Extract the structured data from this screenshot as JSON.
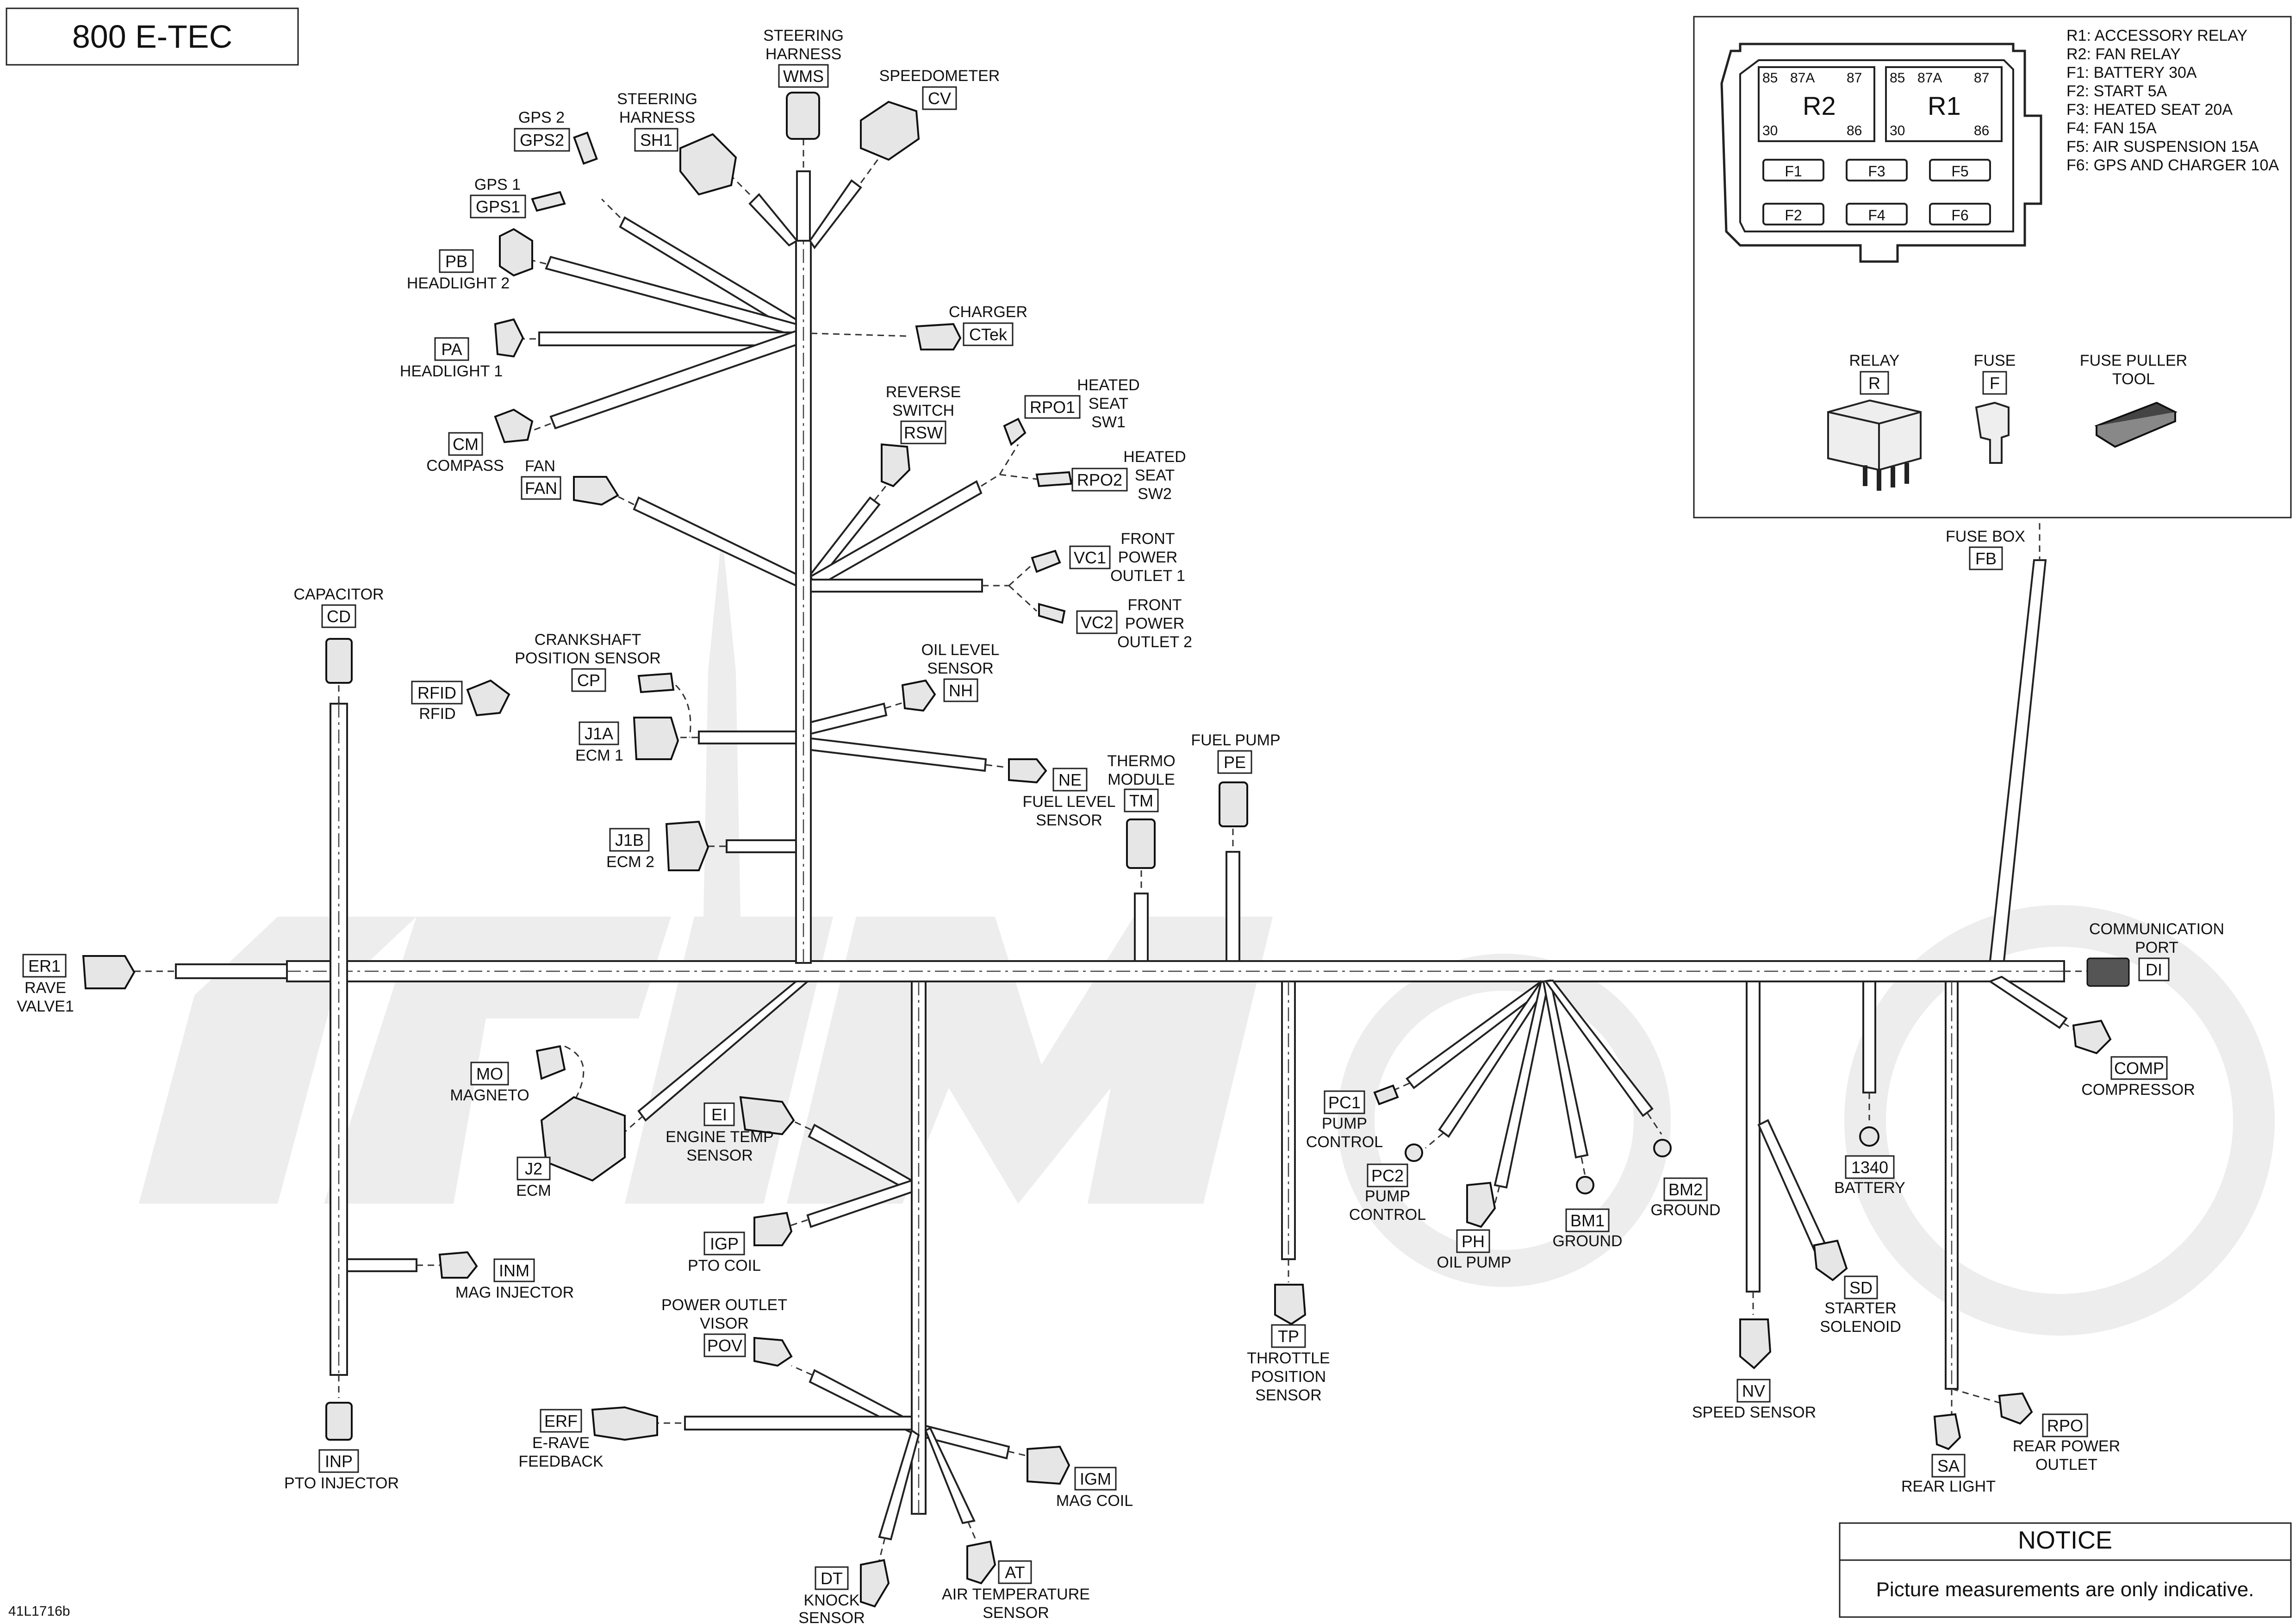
{
  "title": "800 E-TEC",
  "footer_code": "41L1716b",
  "notice": {
    "heading": "NOTICE",
    "text": "Picture measurements are only indicative."
  },
  "fuse_box": {
    "legend": [
      "R1: ACCESSORY RELAY",
      "R2: FAN RELAY",
      "F1: BATTERY 30A",
      "F2: START 5A",
      "F3: HEATED SEAT 20A",
      "F4: FAN 15A",
      "F5: AIR SUSPENSION 15A",
      "F6: GPS AND CHARGER 10A"
    ],
    "relay_r2": {
      "name": "R2",
      "pins": [
        "85",
        "87A",
        "87",
        "30",
        "86"
      ]
    },
    "relay_r1": {
      "name": "R1",
      "pins": [
        "85",
        "87A",
        "87",
        "30",
        "86"
      ]
    },
    "fuses": [
      "F1",
      "F3",
      "F5",
      "F2",
      "F4",
      "F6"
    ],
    "tools": [
      {
        "name": "RELAY",
        "code": "R"
      },
      {
        "name": "FUSE",
        "code": "F"
      },
      {
        "name": "FUSE PULLER TOOL",
        "code": ""
      }
    ]
  },
  "connectors": {
    "WMS": {
      "code": "WMS",
      "label": [
        "STEERING",
        "HARNESS"
      ]
    },
    "CV": {
      "code": "CV",
      "label": [
        "SPEEDOMETER"
      ]
    },
    "SH1": {
      "code": "SH1",
      "label": [
        "STEERING",
        "HARNESS"
      ]
    },
    "GPS2": {
      "code": "GPS2",
      "label": [
        "GPS 2"
      ]
    },
    "GPS1": {
      "code": "GPS1",
      "label": [
        "GPS 1"
      ]
    },
    "PB": {
      "code": "PB",
      "label": [
        "HEADLIGHT 2"
      ]
    },
    "PA": {
      "code": "PA",
      "label": [
        "HEADLIGHT 1"
      ]
    },
    "CTek": {
      "code": "CTek",
      "label": [
        "CHARGER"
      ]
    },
    "CM": {
      "code": "CM",
      "label": [
        "COMPASS"
      ]
    },
    "FAN": {
      "code": "FAN",
      "label": [
        "FAN"
      ]
    },
    "RSW": {
      "code": "RSW",
      "label": [
        "REVERSE",
        "SWITCH"
      ]
    },
    "RPO1": {
      "code": "RPO1",
      "label": [
        "HEATED",
        "SEAT",
        "SW1"
      ]
    },
    "RPO2": {
      "code": "RPO2",
      "label": [
        "HEATED",
        "SEAT",
        "SW2"
      ]
    },
    "VC1": {
      "code": "VC1",
      "label": [
        "FRONT",
        "POWER",
        "OUTLET 1"
      ]
    },
    "VC2": {
      "code": "VC2",
      "label": [
        "FRONT",
        "POWER",
        "OUTLET 2"
      ]
    },
    "CD": {
      "code": "CD",
      "label": [
        "CAPACITOR"
      ]
    },
    "CP": {
      "code": "CP",
      "label": [
        "CRANKSHAFT",
        "POSITION SENSOR"
      ]
    },
    "RFID": {
      "code": "RFID",
      "label": [
        "RFID"
      ]
    },
    "J1A": {
      "code": "J1A",
      "label": [
        "ECM 1"
      ]
    },
    "NH": {
      "code": "NH",
      "label": [
        "OIL LEVEL",
        "SENSOR"
      ]
    },
    "NE": {
      "code": "NE",
      "label": [
        "FUEL LEVEL",
        "SENSOR"
      ]
    },
    "TM": {
      "code": "TM",
      "label": [
        "THERMO",
        "MODULE"
      ]
    },
    "PE": {
      "code": "PE",
      "label": [
        "FUEL PUMP"
      ]
    },
    "J1B": {
      "code": "J1B",
      "label": [
        "ECM 2"
      ]
    },
    "FB": {
      "code": "FB",
      "label": [
        "FUSE BOX"
      ]
    },
    "ER1": {
      "code": "ER1",
      "label": [
        "RAVE",
        "VALVE1"
      ]
    },
    "DI": {
      "code": "DI",
      "label": [
        "COMMUNICATION",
        "PORT"
      ]
    },
    "MO": {
      "code": "MO",
      "label": [
        "MAGNETO"
      ]
    },
    "J2": {
      "code": "J2",
      "label": [
        "ECM"
      ]
    },
    "EI": {
      "code": "EI",
      "label": [
        "ENGINE TEMP",
        "SENSOR"
      ]
    },
    "IGP": {
      "code": "IGP",
      "label": [
        "PTO COIL"
      ]
    },
    "INM": {
      "code": "INM",
      "label": [
        "MAG INJECTOR"
      ]
    },
    "POV": {
      "code": "POV",
      "label": [
        "POWER OUTLET",
        "VISOR"
      ]
    },
    "ERF": {
      "code": "ERF",
      "label": [
        "E-RAVE",
        "FEEDBACK"
      ]
    },
    "INP": {
      "code": "INP",
      "label": [
        "PTO INJECTOR"
      ]
    },
    "IGM": {
      "code": "IGM",
      "label": [
        "MAG COIL"
      ]
    },
    "DT": {
      "code": "DT",
      "label": [
        "KNOCK",
        "SENSOR"
      ]
    },
    "AT": {
      "code": "AT",
      "label": [
        "AIR TEMPERATURE",
        "SENSOR"
      ]
    },
    "TP": {
      "code": "TP",
      "label": [
        "THROTTLE",
        "POSITION",
        "SENSOR"
      ]
    },
    "PC1": {
      "code": "PC1",
      "label": [
        "PUMP",
        "CONTROL"
      ]
    },
    "PC2": {
      "code": "PC2",
      "label": [
        "PUMP",
        "CONTROL"
      ]
    },
    "PH": {
      "code": "PH",
      "label": [
        "OIL PUMP"
      ]
    },
    "BM1": {
      "code": "BM1",
      "label": [
        "GROUND"
      ]
    },
    "BM2": {
      "code": "BM2",
      "label": [
        "GROUND"
      ]
    },
    "NV": {
      "code": "NV",
      "label": [
        "SPEED SENSOR"
      ]
    },
    "SD": {
      "code": "SD",
      "label": [
        "STARTER",
        "SOLENOID"
      ]
    },
    "1340": {
      "code": "1340",
      "label": [
        "BATTERY"
      ]
    },
    "COMP": {
      "code": "COMP",
      "label": [
        "COMPRESSOR"
      ]
    },
    "SA": {
      "code": "SA",
      "label": [
        "REAR LIGHT"
      ]
    },
    "RPO": {
      "code": "RPO",
      "label": [
        "REAR POWER",
        "OUTLET"
      ]
    }
  }
}
